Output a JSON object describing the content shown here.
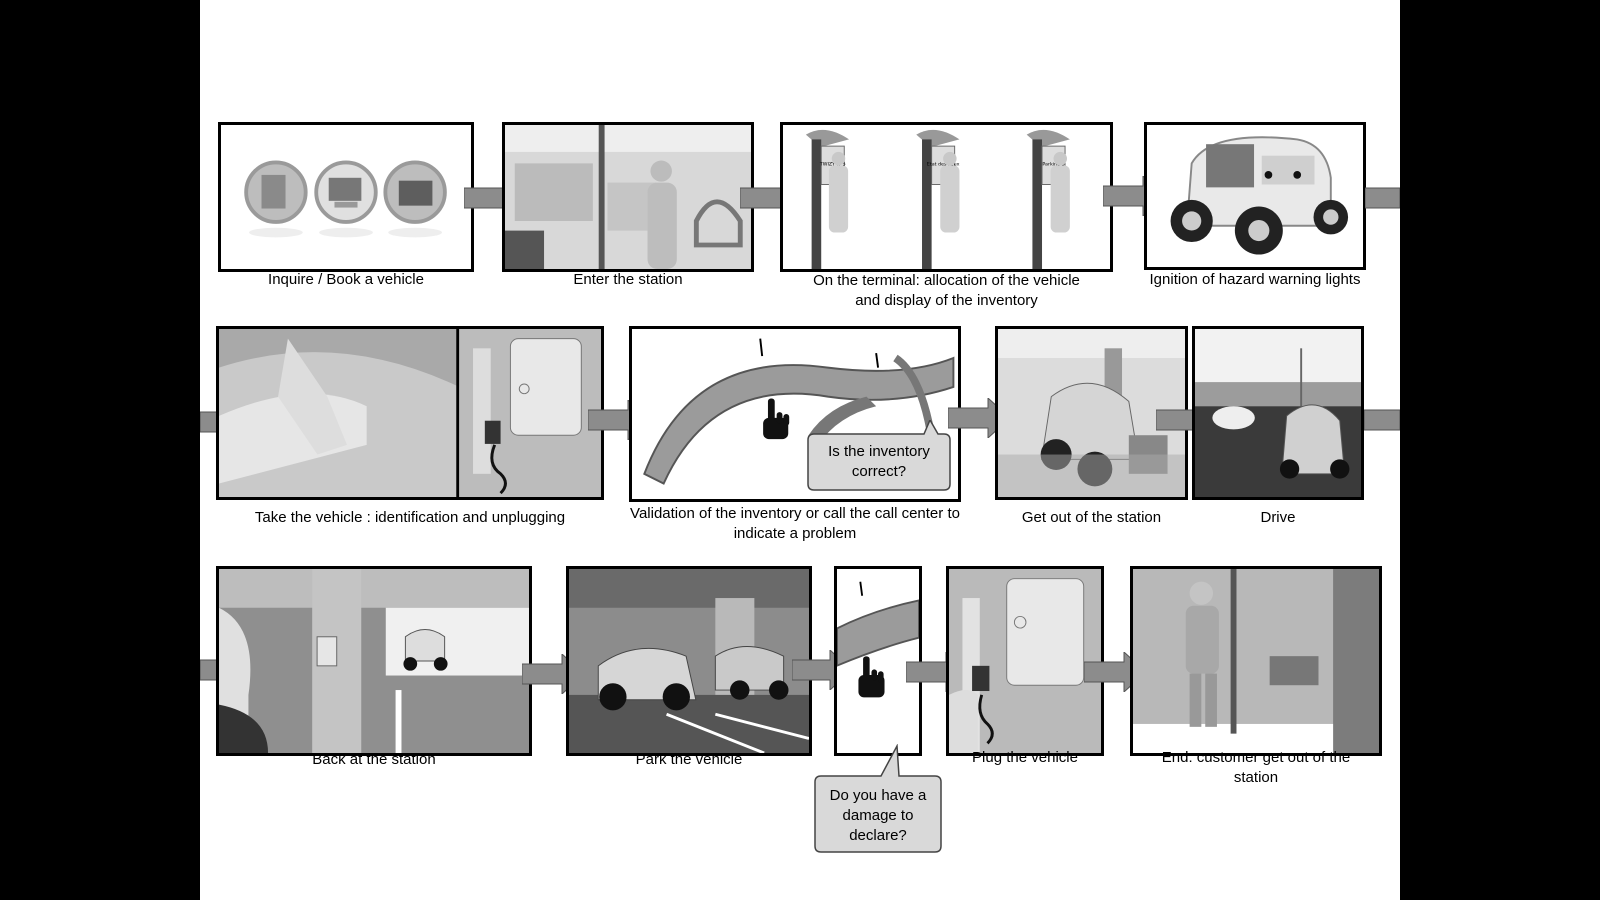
{
  "steps": [
    {
      "id": "inquire",
      "caption": "Inquire / Book a vehicle"
    },
    {
      "id": "enter",
      "caption": "Enter the station"
    },
    {
      "id": "terminal",
      "caption_line1": "On the terminal: allocation of the vehicle",
      "caption_line2": "and display of the inventory"
    },
    {
      "id": "ignition",
      "caption": "Ignition of hazard warning lights"
    },
    {
      "id": "take",
      "caption": "Take the vehicle : identification and unplugging"
    },
    {
      "id": "validation",
      "caption_line1": "Validation of the inventory or call the call center to",
      "caption_line2": "indicate a problem"
    },
    {
      "id": "getout",
      "caption": "Get out of the station"
    },
    {
      "id": "drive",
      "caption": "Drive"
    },
    {
      "id": "back",
      "caption": "Back at the station"
    },
    {
      "id": "park",
      "caption": "Park the vehicle"
    },
    {
      "id": "plug",
      "caption": "Plug the vehicle"
    },
    {
      "id": "end",
      "caption_line1": "End: customer get out of the",
      "caption_line2": "station"
    }
  ],
  "bubbles": {
    "inventory": {
      "line1": "Is the inventory",
      "line2": "correct?"
    },
    "damage": {
      "line1": "Do you have a",
      "line2": "damage to",
      "line3": "declare?"
    }
  },
  "terminal_screens": [
    "TWIZY N°5",
    "Etat des lieux",
    "Parking 3"
  ],
  "colors": {
    "arrow": "#8c8c8c",
    "bubble": "#d9d9d9",
    "frame_border": "#000000"
  }
}
